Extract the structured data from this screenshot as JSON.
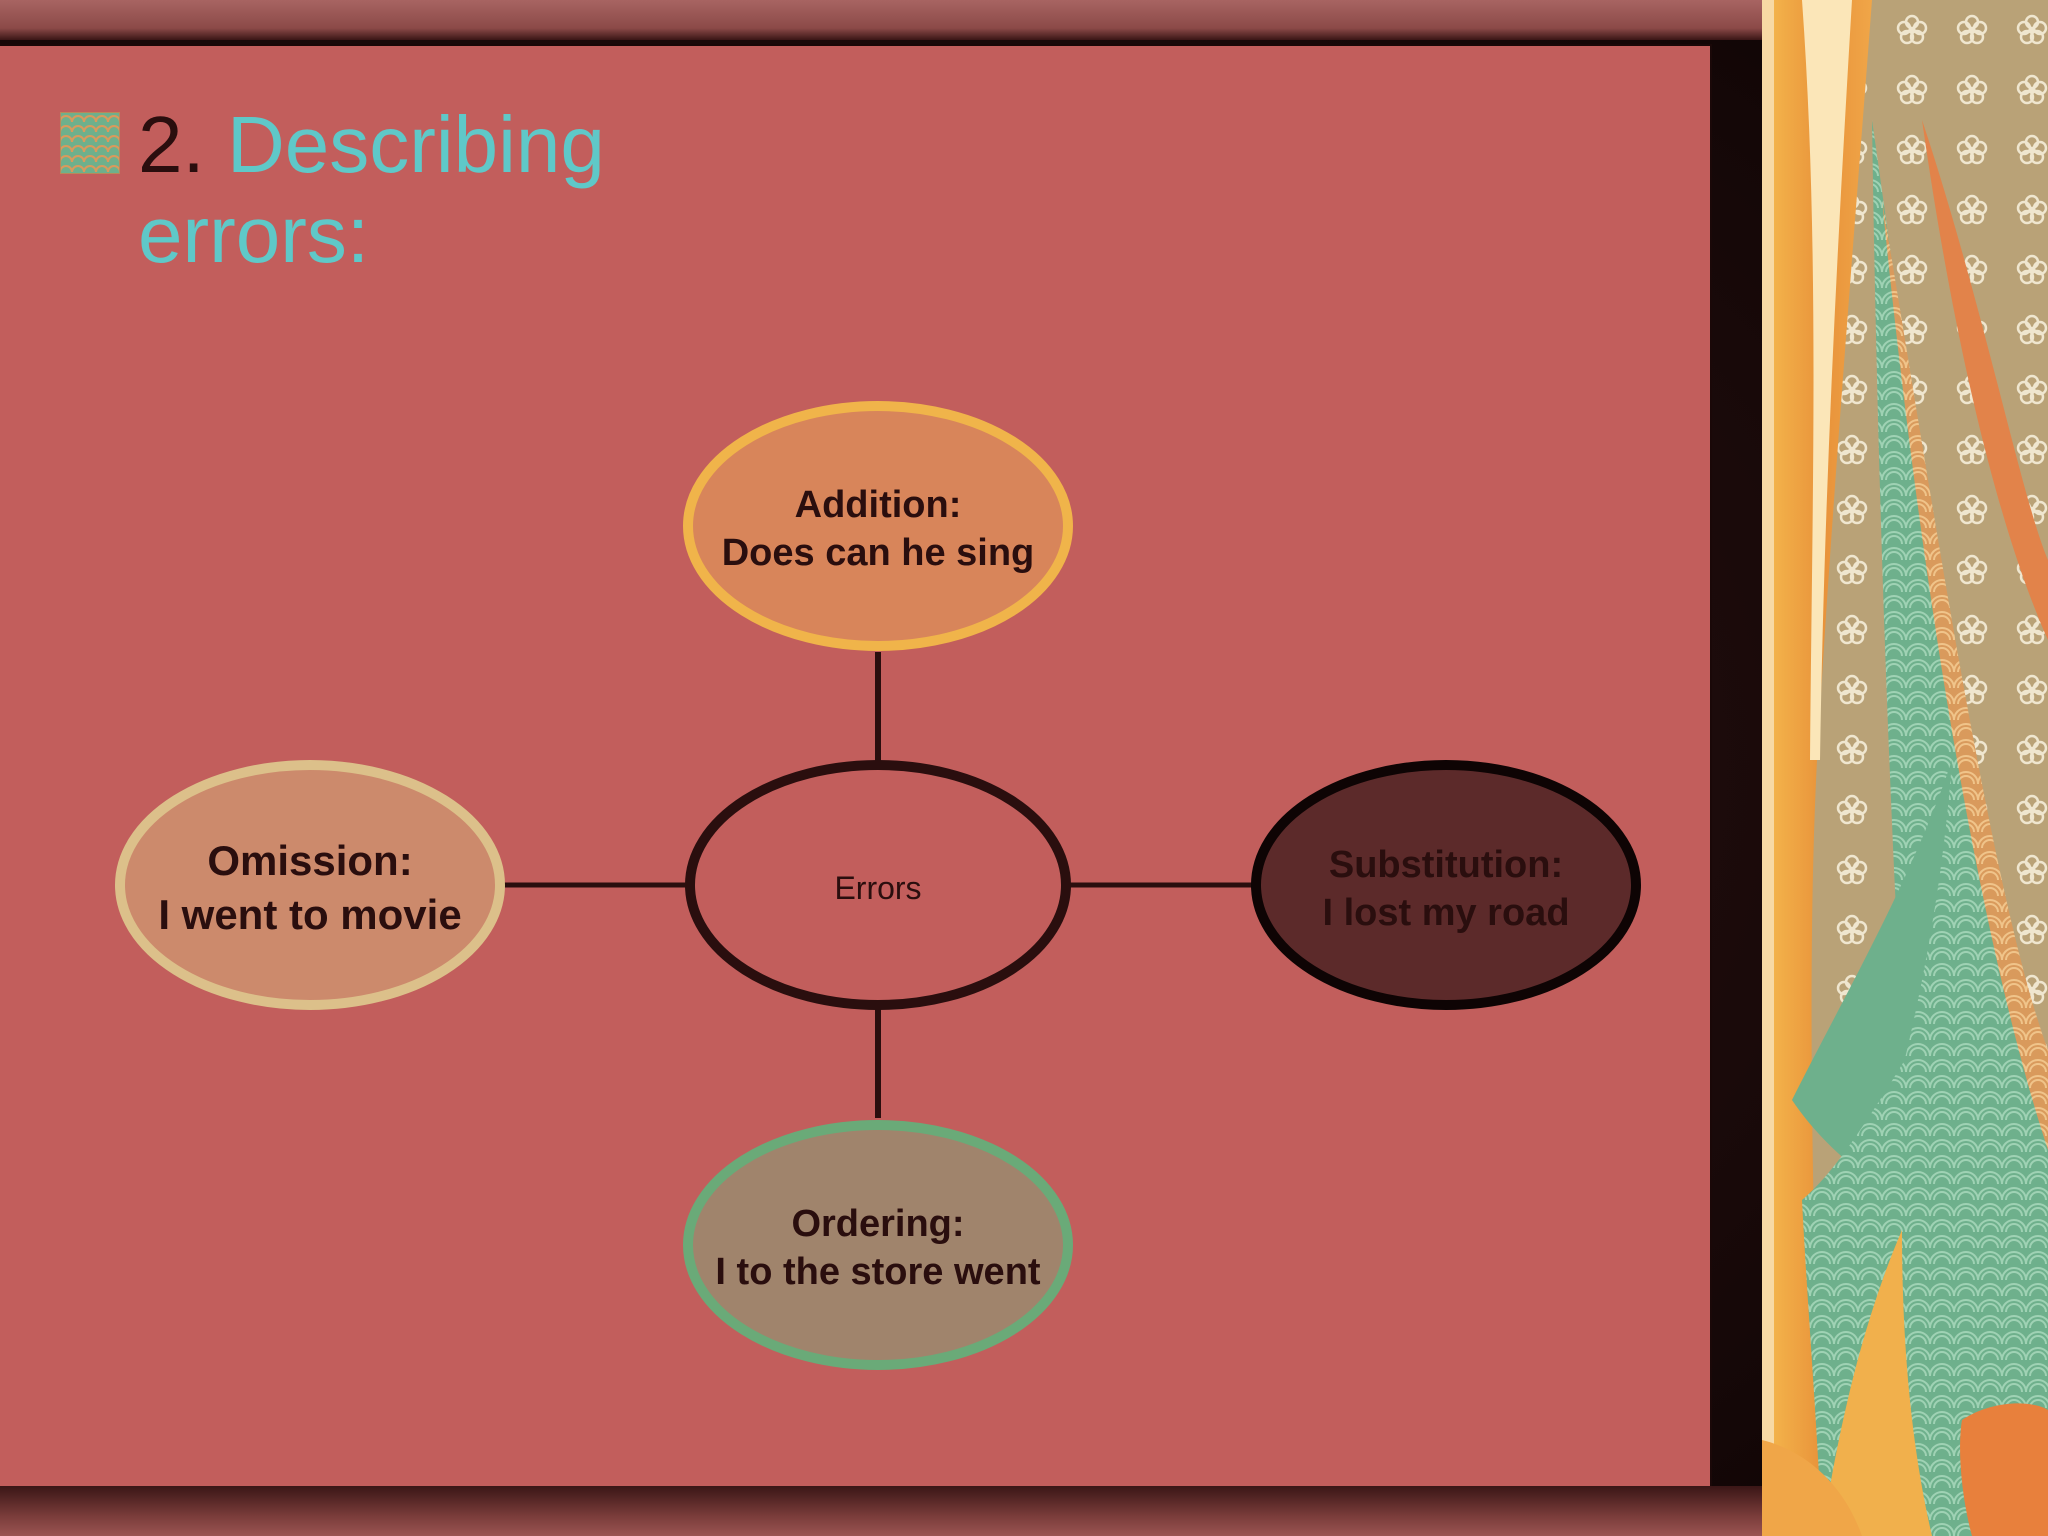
{
  "slide": {
    "title_number": "2.",
    "title_text": "Describing errors:"
  },
  "diagram": {
    "center": {
      "label": "Errors"
    },
    "nodes": [
      {
        "id": "addition",
        "heading": "Addition:",
        "example": "Does can he sing",
        "fill": "#d8855a",
        "stroke": "#f0b44a",
        "text_color": "#2a0e0e"
      },
      {
        "id": "omission",
        "heading": "Omission:",
        "example": "I went to movie",
        "fill": "#cc8a6c",
        "stroke": "#dcc08a",
        "text_color": "#2a0e0e"
      },
      {
        "id": "substitution",
        "heading": "Substitution:",
        "example": "I lost my road",
        "fill": "#5c2a2a",
        "stroke": "#0e0404",
        "text_color": "#2a0e0e"
      },
      {
        "id": "ordering",
        "heading": "Ordering:",
        "example": "I to the store went",
        "fill": "#a0846c",
        "stroke": "#6aaa78",
        "text_color": "#2a0e0e"
      }
    ]
  },
  "colors": {
    "panel": "#c25e5c",
    "title_number": "#2a0e0e",
    "title_text": "#5fc8c8",
    "connector": "#2a0e0e",
    "center_stroke": "#2a0e0e"
  }
}
